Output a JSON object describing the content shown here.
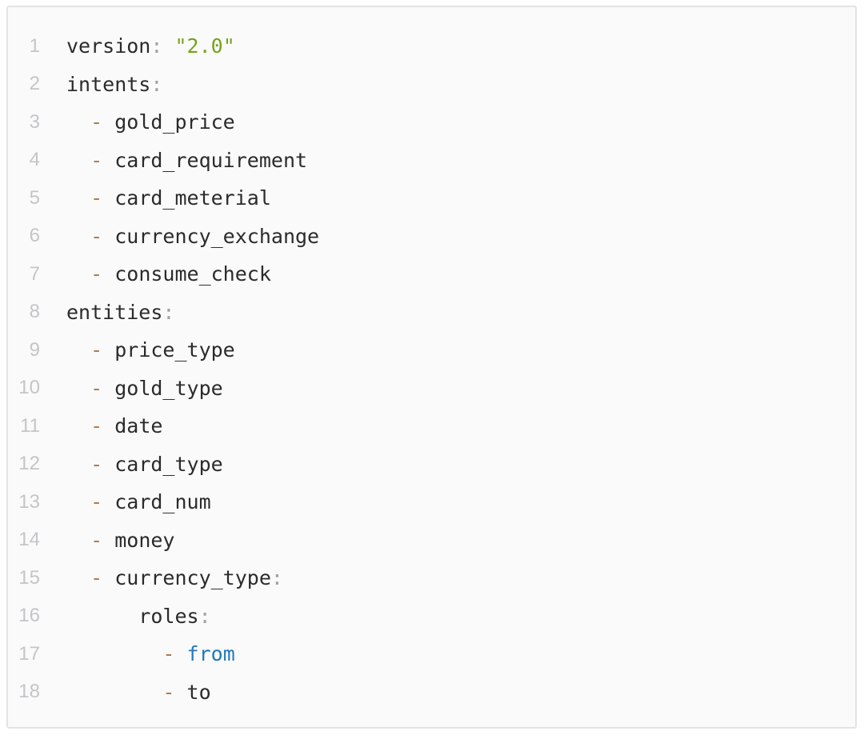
{
  "code_block": {
    "colors": {
      "page_background": "#ffffff",
      "background": "#fafafa",
      "border": "#e3e3e3",
      "line_number": "#c5c5c9",
      "plain": "#2b2b2b",
      "punctuation": "#9ea0a6",
      "dash": "#ad7c4f",
      "string": "#77a21d",
      "keyword": "#2579b5"
    },
    "lines": [
      {
        "num": "1",
        "tokens": [
          {
            "t": "version",
            "c": "plain"
          },
          {
            "t": ":",
            "c": "punct"
          },
          {
            "t": " ",
            "c": "plain"
          },
          {
            "t": "\"2.0\"",
            "c": "string"
          }
        ]
      },
      {
        "num": "2",
        "tokens": [
          {
            "t": "intents",
            "c": "plain"
          },
          {
            "t": ":",
            "c": "punct"
          }
        ]
      },
      {
        "num": "3",
        "tokens": [
          {
            "t": "  ",
            "c": "plain"
          },
          {
            "t": "-",
            "c": "dash"
          },
          {
            "t": " gold_price",
            "c": "plain"
          }
        ]
      },
      {
        "num": "4",
        "tokens": [
          {
            "t": "  ",
            "c": "plain"
          },
          {
            "t": "-",
            "c": "dash"
          },
          {
            "t": " card_requirement",
            "c": "plain"
          }
        ]
      },
      {
        "num": "5",
        "tokens": [
          {
            "t": "  ",
            "c": "plain"
          },
          {
            "t": "-",
            "c": "dash"
          },
          {
            "t": " card_meterial",
            "c": "plain"
          }
        ]
      },
      {
        "num": "6",
        "tokens": [
          {
            "t": "  ",
            "c": "plain"
          },
          {
            "t": "-",
            "c": "dash"
          },
          {
            "t": " currency_exchange",
            "c": "plain"
          }
        ]
      },
      {
        "num": "7",
        "tokens": [
          {
            "t": "  ",
            "c": "plain"
          },
          {
            "t": "-",
            "c": "dash"
          },
          {
            "t": " consume_check",
            "c": "plain"
          }
        ]
      },
      {
        "num": "8",
        "tokens": [
          {
            "t": "entities",
            "c": "plain"
          },
          {
            "t": ":",
            "c": "punct"
          }
        ]
      },
      {
        "num": "9",
        "tokens": [
          {
            "t": "  ",
            "c": "plain"
          },
          {
            "t": "-",
            "c": "dash"
          },
          {
            "t": " price_type",
            "c": "plain"
          }
        ]
      },
      {
        "num": "10",
        "tokens": [
          {
            "t": "  ",
            "c": "plain"
          },
          {
            "t": "-",
            "c": "dash"
          },
          {
            "t": " gold_type",
            "c": "plain"
          }
        ]
      },
      {
        "num": "11",
        "tokens": [
          {
            "t": "  ",
            "c": "plain"
          },
          {
            "t": "-",
            "c": "dash"
          },
          {
            "t": " date",
            "c": "plain"
          }
        ]
      },
      {
        "num": "12",
        "tokens": [
          {
            "t": "  ",
            "c": "plain"
          },
          {
            "t": "-",
            "c": "dash"
          },
          {
            "t": " card_type",
            "c": "plain"
          }
        ]
      },
      {
        "num": "13",
        "tokens": [
          {
            "t": "  ",
            "c": "plain"
          },
          {
            "t": "-",
            "c": "dash"
          },
          {
            "t": " card_num",
            "c": "plain"
          }
        ]
      },
      {
        "num": "14",
        "tokens": [
          {
            "t": "  ",
            "c": "plain"
          },
          {
            "t": "-",
            "c": "dash"
          },
          {
            "t": " money",
            "c": "plain"
          }
        ]
      },
      {
        "num": "15",
        "tokens": [
          {
            "t": "  ",
            "c": "plain"
          },
          {
            "t": "-",
            "c": "dash"
          },
          {
            "t": " currency_type",
            "c": "plain"
          },
          {
            "t": ":",
            "c": "punct"
          }
        ]
      },
      {
        "num": "16",
        "tokens": [
          {
            "t": "      roles",
            "c": "plain"
          },
          {
            "t": ":",
            "c": "punct"
          }
        ]
      },
      {
        "num": "17",
        "tokens": [
          {
            "t": "        ",
            "c": "plain"
          },
          {
            "t": "-",
            "c": "dash"
          },
          {
            "t": " ",
            "c": "plain"
          },
          {
            "t": "from",
            "c": "keyword"
          }
        ]
      },
      {
        "num": "18",
        "tokens": [
          {
            "t": "        ",
            "c": "plain"
          },
          {
            "t": "-",
            "c": "dash"
          },
          {
            "t": " to",
            "c": "plain"
          }
        ]
      }
    ]
  }
}
